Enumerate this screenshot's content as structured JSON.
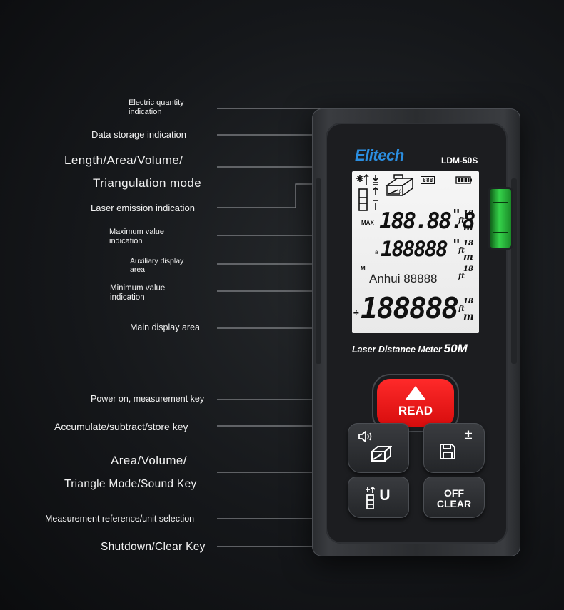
{
  "labels": {
    "electric_quantity": [
      "Electric quantity",
      "indication"
    ],
    "data_storage": "Data storage indication",
    "mode": [
      "Length/Area/Volume/",
      "Triangulation mode"
    ],
    "laser_emission": "Laser emission indication",
    "maximum_value": [
      "Maximum value",
      "indication"
    ],
    "auxiliary_display": [
      "Auxiliary display",
      "area"
    ],
    "minimum_value": [
      "Minimum value",
      "indication"
    ],
    "main_display": "Main display area",
    "power_on": "Power on, measurement key",
    "accumulate": "Accumulate/subtract/store key",
    "area_volume": [
      "Area/Volume/",
      "Triangle Mode/Sound Key"
    ],
    "reference_unit": "Measurement reference/unit selection",
    "shutdown": "Shutdown/Clear Key"
  },
  "device": {
    "brand": "Elitech",
    "model": "LDM-50S",
    "footer_text": "Laser Distance Meter",
    "footer_range": "50M",
    "lcd": {
      "storage_icon": "888",
      "max_tag": "MAX",
      "line1": "188.88.8",
      "line2": "188888",
      "aux_text": "Anhui 88888",
      "main": "188888",
      "a_tag": "a",
      "unit_top": "ft",
      "unit_bottom": "m",
      "unit_digits": "18",
      "quote_mark": "\"",
      "plus_minus": "÷",
      "m_tag": "M"
    },
    "keys": {
      "read": "READ",
      "off": "OFF",
      "clear": "CLEAR",
      "plus_minus": "±",
      "unit": "U"
    }
  },
  "colors": {
    "brand": "#2b8ee0",
    "read_key": "#e81414",
    "level_vial": "#35d24a",
    "lcd_bg": "#f2f2f2"
  }
}
